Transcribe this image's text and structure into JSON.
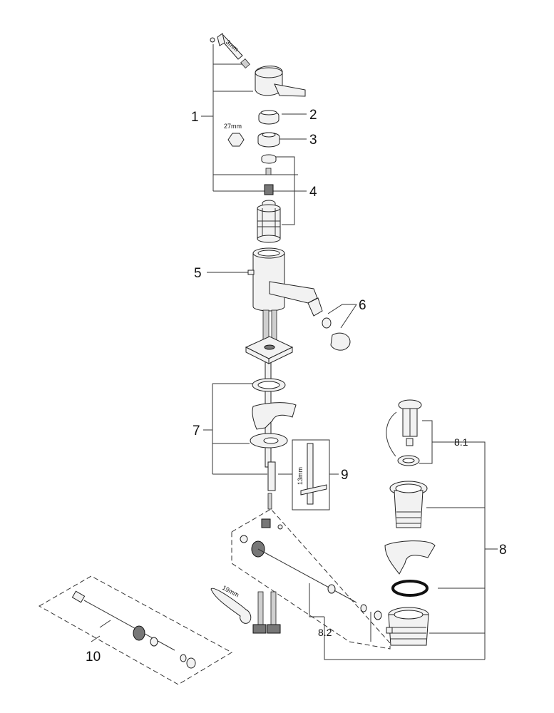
{
  "diagram": {
    "callouts": {
      "c1": "1",
      "c2": "2",
      "c3": "3",
      "c4": "4",
      "c5": "5",
      "c6": "6",
      "c7": "7",
      "c8": "8",
      "c8_1": "8.1",
      "c8_2": "8.2",
      "c9": "9",
      "c10": "10"
    },
    "dimensions": {
      "hex_key": "3mm",
      "nut_wrench": "27mm",
      "tool_socket": "13mm",
      "hose_wrench": "19mm"
    }
  }
}
